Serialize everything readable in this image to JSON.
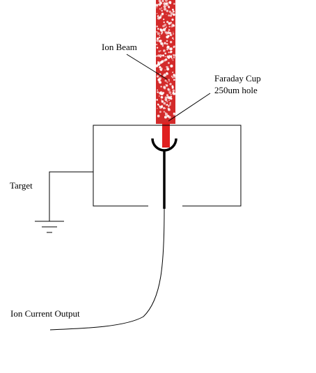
{
  "labels": {
    "ion_beam": "Ion Beam",
    "faraday_cup_line1": "Faraday Cup",
    "faraday_cup_line2": "250um hole",
    "target": "Target",
    "ion_current_output": "Ion Current Output"
  },
  "colors": {
    "background": "#ffffff",
    "line": "#000000",
    "beam": "#d32a2a",
    "beam_speckle": "#ffffff"
  }
}
